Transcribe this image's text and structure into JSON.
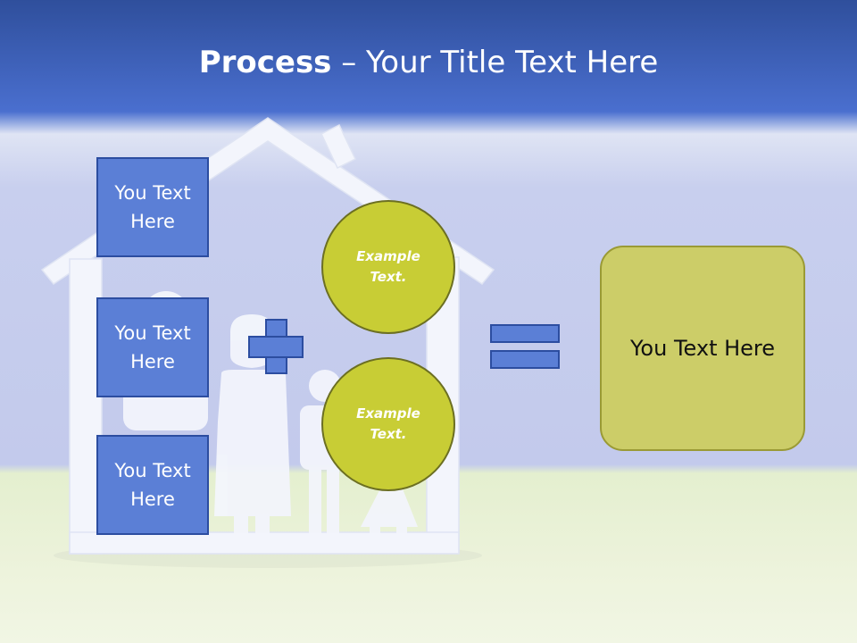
{
  "title": {
    "strong": "Process",
    "rest": " – Your Title Text Here"
  },
  "left_boxes": [
    {
      "label": "You Text Here"
    },
    {
      "label": "You Text Here"
    },
    {
      "label": "You Text Here"
    }
  ],
  "circles": [
    {
      "label": "Example Text."
    },
    {
      "label": "Example Text."
    }
  ],
  "result": {
    "label": "You Text Here"
  },
  "colors": {
    "header_blue": "#3f62c0",
    "box_fill": "#5b7fd6",
    "box_border": "#2c4da0",
    "circle_fill": "#c8cd35",
    "result_fill": "#cccd68",
    "ground": "#edf3dc"
  }
}
